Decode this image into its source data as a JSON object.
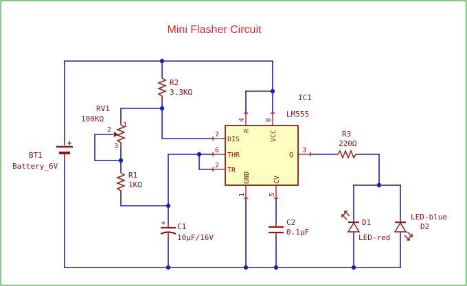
{
  "title": "Mini Flasher Circuit",
  "components": {
    "bt1": {
      "ref": "BT1",
      "value": "Battery_6V",
      "plus": "+"
    },
    "r2": {
      "ref": "R2",
      "value": "3.3KΩ"
    },
    "rv1": {
      "ref": "RV1",
      "value": "100KΩ",
      "pins": [
        "1",
        "2",
        "3"
      ]
    },
    "r1": {
      "ref": "R1",
      "value": "1KΩ"
    },
    "c1": {
      "ref": "C1",
      "value": "10µF/16V",
      "plus": "+"
    },
    "c2": {
      "ref": "C2",
      "value": "0.1µF"
    },
    "ic1": {
      "ref": "IC1",
      "value": "LM555"
    },
    "r3": {
      "ref": "R3",
      "value": "220Ω"
    },
    "d1": {
      "ref": "D1",
      "value": "LED-red"
    },
    "d2": {
      "ref": "D2",
      "value": "LED-blue"
    }
  },
  "ic_pins": {
    "dis": {
      "num": "7",
      "label": "DIS"
    },
    "thr": {
      "num": "6",
      "label": "THR"
    },
    "tr": {
      "num": "2",
      "label": "TR"
    },
    "r": {
      "num": "4",
      "label": "R"
    },
    "vcc": {
      "num": "8",
      "label": "VCC"
    },
    "q": {
      "num": "3",
      "label": "Q"
    },
    "gnd": {
      "num": "1",
      "label": "GND"
    },
    "cv": {
      "num": "5",
      "label": "CV"
    }
  }
}
